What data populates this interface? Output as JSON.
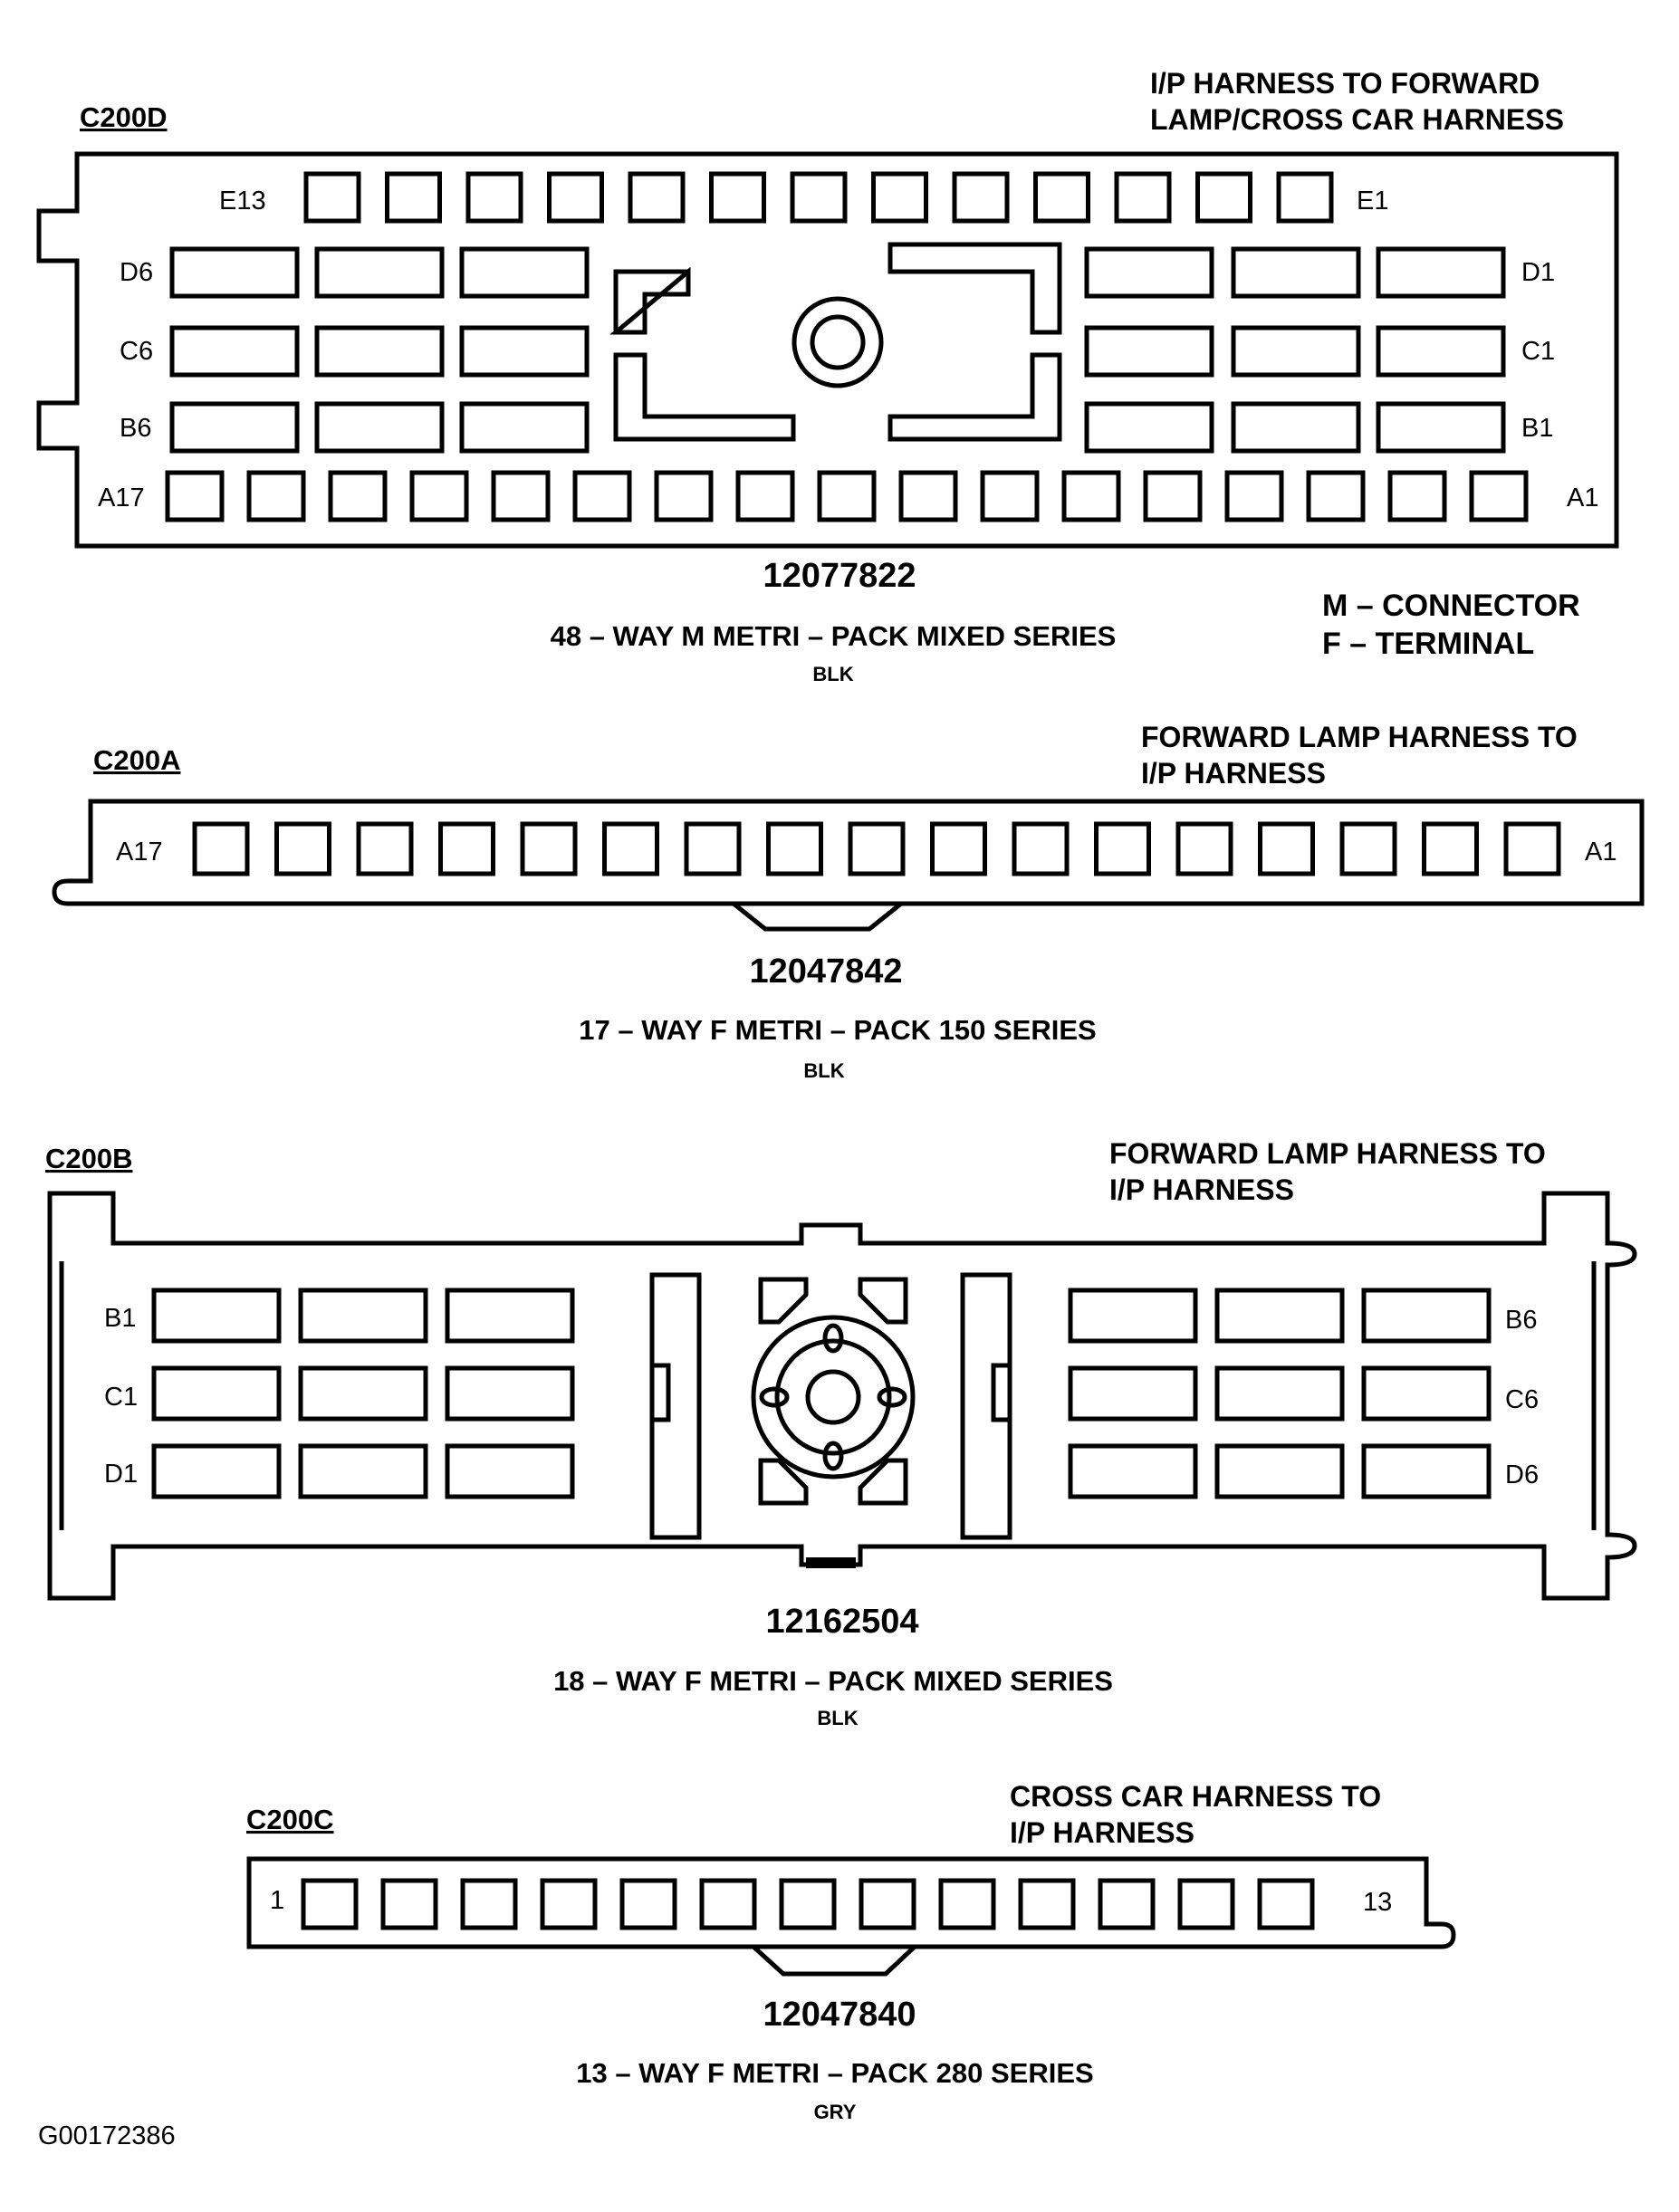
{
  "legend": {
    "m": "M  –  CONNECTOR",
    "f": "F  –  TERMINAL"
  },
  "figure_id": "G00172386",
  "connectors": {
    "c200d": {
      "id": "C200D",
      "desc1": "I/P HARNESS TO FORWARD",
      "desc2": "LAMP/CROSS CAR HARNESS",
      "part": "12077822",
      "type": "48 – WAY M METRI – PACK MIXED SERIES",
      "color": "BLK",
      "labels": {
        "e13": "E13",
        "e1": "E1",
        "d6": "D6",
        "d1": "D1",
        "c6": "C6",
        "c1": "C1",
        "b6": "B6",
        "b1": "B1",
        "a17": "A17",
        "a1": "A1"
      }
    },
    "c200a": {
      "id": "C200A",
      "desc1": "FORWARD LAMP HARNESS TO",
      "desc2": "I/P HARNESS",
      "part": "12047842",
      "type": "17 – WAY F METRI – PACK 150 SERIES",
      "color": "BLK",
      "labels": {
        "a17": "A17",
        "a1": "A1"
      }
    },
    "c200b": {
      "id": "C200B",
      "desc1": "FORWARD LAMP HARNESS TO",
      "desc2": "I/P HARNESS",
      "part": "12162504",
      "type": "18 – WAY F METRI – PACK MIXED SERIES",
      "color": "BLK",
      "labels": {
        "b1": "B1",
        "c1": "C1",
        "d1": "D1",
        "b6": "B6",
        "c6": "C6",
        "d6": "D6"
      }
    },
    "c200c": {
      "id": "C200C",
      "desc1": "CROSS CAR HARNESS TO",
      "desc2": "I/P HARNESS",
      "part": "12047840",
      "type": "13 – WAY F METRI – PACK 280 SERIES",
      "color": "GRY",
      "labels": {
        "p1": "1",
        "p13": "13"
      }
    }
  }
}
